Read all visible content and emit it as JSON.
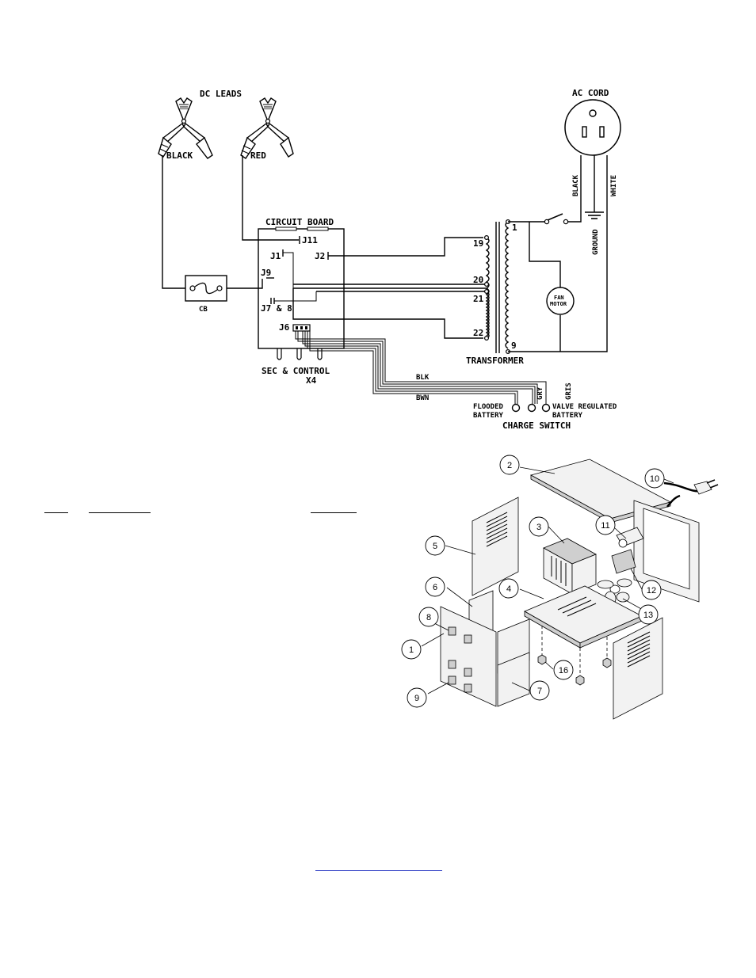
{
  "schematic": {
    "dc_leads": "DC LEADS",
    "black": "BLACK",
    "red": "RED",
    "ac_cord": "AC CORD",
    "black_wire": "BLACK",
    "white_wire": "WHITE",
    "ground": "GROUND",
    "circuit_board": "CIRCUIT BOARD",
    "j11": "J11",
    "j1": "J1",
    "j2": "J2",
    "j9": "J9",
    "j7_8": "J7 & 8",
    "j6": "J6",
    "cb": "CB",
    "sec_control": "SEC & CONTROL",
    "x4": "X4",
    "tap19": "19",
    "tap20": "20",
    "tap21": "21",
    "tap22": "22",
    "tap1": "1",
    "tap9": "9",
    "transformer": "TRANSFORMER",
    "fan_motor_1": "FAN",
    "fan_motor_2": "MOTOR",
    "blk": "BLK",
    "bwn": "BWN",
    "gry": "GRY",
    "gris": "GRIS",
    "flooded_1": "FLOODED",
    "flooded_2": "BATTERY",
    "valve_1": "VALVE REGULATED",
    "valve_2": "BATTERY",
    "charge_switch": "CHARGE SWITCH"
  },
  "exploded_view": {
    "callouts": [
      "1",
      "2",
      "3",
      "4",
      "5",
      "6",
      "7",
      "8",
      "9",
      "10",
      "11",
      "12",
      "13",
      "16"
    ]
  }
}
